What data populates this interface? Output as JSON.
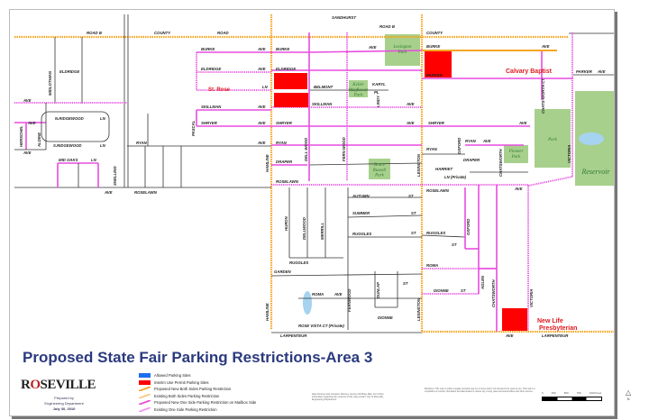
{
  "title": "Proposed State Fair Parking Restrictions-Area 3",
  "logo": {
    "text": "ROSEVILLE",
    "prepared_by": "Prepared by",
    "department": "Engineering Department",
    "date": "July 30, 2010"
  },
  "legend": [
    {
      "label": "Allowed Parking Sites",
      "color": "#1e6ff0"
    },
    {
      "label": "Interim Use Permit Parking Sites",
      "color": "#ff0000"
    },
    {
      "label": "Proposed New Both Sides Parking Restriction",
      "color": "#f5a623"
    },
    {
      "label": "Existing Both Sides Parking Restriction",
      "color": "#f5a623"
    },
    {
      "label": "Proposed New One Side Parking Restriction on Mailbox Side",
      "color": "#e84ce0"
    },
    {
      "label": "Existing One Side Parking Restriction",
      "color": "#e84ce0"
    }
  ],
  "sites": [
    "St. Rose",
    "Calvary Baptist",
    "New Life Presbyterian"
  ],
  "parks": [
    "Lexington Park",
    "Keller Mayflower Park",
    "Park",
    "Pioneer Park",
    "Bruce Russell Park",
    "Reservoir"
  ],
  "street_labels": [
    "ROAD B",
    "COUNTY",
    "ROAD",
    "COUNTY",
    "ROAD B",
    "SANDHURST",
    "BURKE",
    "AVE",
    "BURKE",
    "AVE",
    "BURKE",
    "AVE",
    "ELDRIDGE",
    "AVE",
    "ELDRIDGE",
    "PARKER",
    "PARKER",
    "AVE",
    "BELMONT",
    "LN",
    "KARYL",
    "PL",
    "SKILLMAN",
    "AVE",
    "SKILLMAN",
    "AVE",
    "SHRYER",
    "AVE",
    "SHRYER",
    "AVE",
    "SHRYER",
    "AVE",
    "RYAN",
    "AVE",
    "RYAN",
    "RYAN",
    "AVE",
    "RYAN",
    "DRAPER",
    "DRAPER",
    "HARRIET",
    "LN (Private)",
    "ROSELAWN",
    "ROSELAWN",
    "AVE",
    "ROSELAWN",
    "AVE",
    "AUTUMN",
    "ST",
    "SUMMER",
    "ST",
    "RUGGLES",
    "ST",
    "RUGGLES",
    "ROMA",
    "AVE",
    "ROMA",
    "GARDEN",
    "DIONNE",
    "ST",
    "LARPENTEUR",
    "AVE",
    "LARPENTEUR",
    "HAMLINE",
    "HAMLINE",
    "LEXINGTON",
    "LEXINGTON",
    "VICTORIA",
    "VICTORIA",
    "CHATSWORTH",
    "CHATSWORTH",
    "CHATS-WORTH CT",
    "OXFORD",
    "OXFORD",
    "AGLEN",
    "DELL WOOD",
    "FERNWOOD",
    "FERN WOOD",
    "LINDY",
    "PASCAL",
    "SNELLING",
    "MIDLOTHIAN",
    "N.RIDGEWOOD",
    "LN",
    "S.RIDGEWOOD",
    "LN",
    "MID OAKS",
    "LN",
    "ELDRIDGE",
    "HERSCHEL",
    "ALDINE",
    "HURON",
    "DELLWOOD",
    "MERRILL",
    "RUGGLES",
    "ROSE VISTA CT (Private)",
    "DUNLAP",
    "ST",
    "DIONNE",
    "AVE",
    "AVE",
    "AVE",
    "ST"
  ],
  "footer": {
    "notes_left": "Data Sources and Contacts: Ramsey County GIS Base Map. For further information regarding the contents of this map contact: City of Roseville, Engineering Department.",
    "notes_right": "Disclaimer: This map is neither a legally recorded map nor a survey and is not intended to be used as one. This map is a compilation of records, information and data located in various city, county, state and federal offices and other sources.",
    "scale_labels": [
      "0",
      "250",
      "500",
      "750",
      "1000 Feet"
    ],
    "north": "N"
  }
}
